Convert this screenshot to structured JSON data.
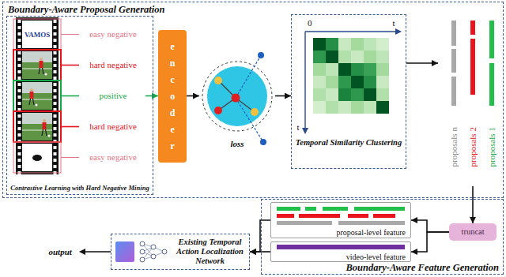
{
  "diagram": {
    "nodes": [
      {
        "text": [
          "Boundary-Aware Proposal Generation"
        ]
      },
      {
        "text": [
          "Contrastive Learning with Hard Negative Mining"
        ],
        "in": 0
      },
      {
        "text": [
          "easy negative"
        ],
        "in": 1
      },
      {
        "text": [
          "hard negative"
        ],
        "in": 1
      },
      {
        "text": [
          "positive"
        ],
        "in": 1
      },
      {
        "text": [
          "hard negative"
        ],
        "in": 1
      },
      {
        "text": [
          "easy negative"
        ],
        "in": 1
      },
      {
        "text": [
          "encoder"
        ],
        "in": 0
      },
      {
        "text": [
          "loss"
        ],
        "in": 0
      },
      {
        "text": [
          "Temporal Similarity Clustering"
        ],
        "in": 0
      },
      {
        "text": [
          "proposals n",
          "proposals 2",
          "proposals 1"
        ],
        "in": 0
      },
      {
        "text": [
          "Boundary-Aware Feature Generation"
        ]
      },
      {
        "text": [
          "truncat"
        ],
        "in": 11
      },
      {
        "text": [
          "proposal-level feature"
        ],
        "in": 11
      },
      {
        "text": [
          "video-level feature"
        ],
        "in": 11
      },
      {
        "text": [
          "Existing Temporal Action Localization Network"
        ]
      }
    ],
    "edges": [
      {
        "from": 4,
        "to": 7,
        "arrow": "to"
      },
      {
        "from": 7,
        "to": 8,
        "arrow": "to"
      },
      {
        "from": 8,
        "to": 9,
        "arrow": "to"
      },
      {
        "from": 9,
        "to": 10,
        "arrow": "to"
      },
      {
        "from": 10,
        "to": 12,
        "arrow": "to"
      },
      {
        "from": 12,
        "to": 13,
        "arrow": "to"
      },
      {
        "from": 12,
        "to": 14,
        "arrow": "to"
      },
      {
        "from": 13,
        "to": 15,
        "arrow": "to"
      },
      {
        "from": 14,
        "to": 15,
        "arrow": "to"
      }
    ],
    "labels": [
      "VAMOS",
      "0",
      "t",
      "t",
      "output"
    ]
  }
}
